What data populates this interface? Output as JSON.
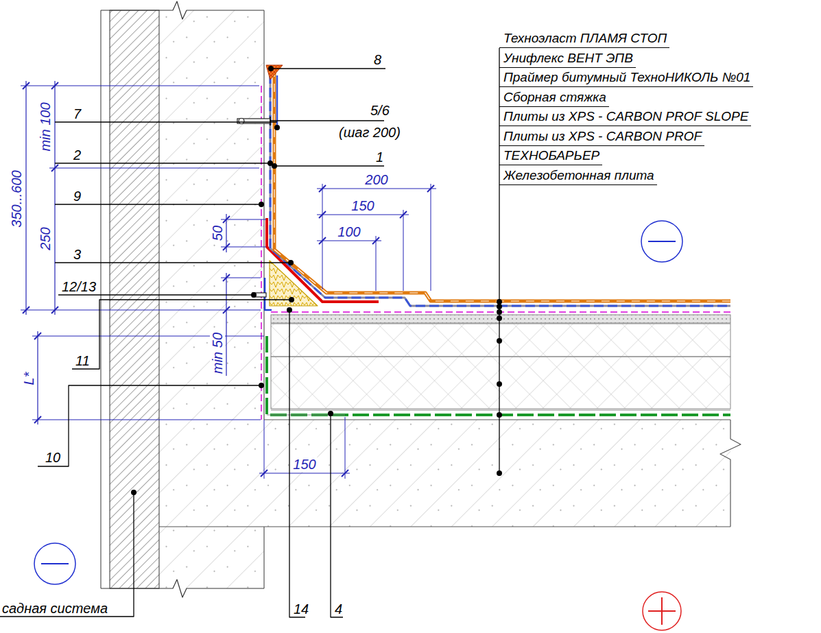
{
  "diagram": {
    "labels": [
      "Техноэласт ПЛАМЯ СТОП",
      "Унифлекс ВЕНТ ЭПВ",
      "Праймер битумный ТехноНИКОЛЬ №01",
      "Сборная стяжка",
      "Плиты из XPS - CARBON PROF SLOPE",
      "Плиты из XPS - CARBON PROF",
      "ТЕХНОБАРЬЕР",
      "Железобетонная плита",
      "8",
      "5/6",
      "(шаг 200)",
      "7",
      "1",
      "2",
      "9",
      "3",
      "12/13",
      "11",
      "10",
      "садная система",
      "14",
      "4",
      "200",
      "150",
      "100",
      "min 100",
      "350...600",
      "250",
      "50",
      "min 50",
      "L*",
      "150"
    ]
  }
}
